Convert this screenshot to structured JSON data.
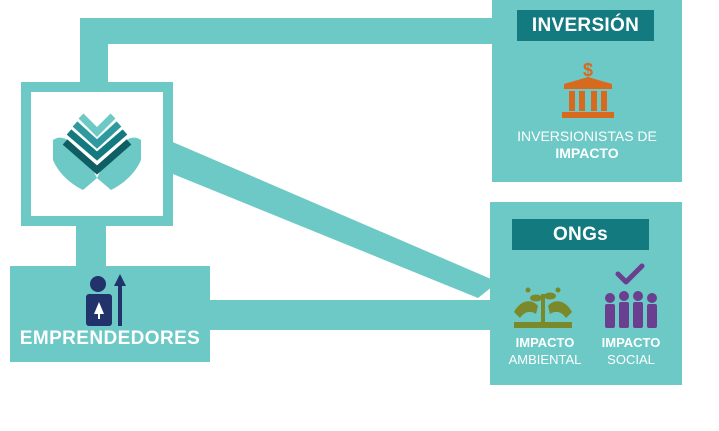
{
  "investment": {
    "title": "INVERSIÓN",
    "caption_line1": "INVERSIONISTAS DE",
    "caption_line2": "IMPACTO",
    "icon": "bank-icon"
  },
  "ngos": {
    "title": "ONGs",
    "environmental": {
      "line1": "IMPACTO",
      "line2": "AMBIENTAL",
      "icon": "plant-hands-icon"
    },
    "social": {
      "line1": "IMPACTO",
      "line2": "SOCIAL",
      "icon": "people-check-icon"
    }
  },
  "entrepreneurs": {
    "label": "EMPRENDEDORES",
    "icon": "entrepreneur-icon"
  },
  "logo": {
    "icon": "hands-logo-icon"
  },
  "colors": {
    "teal": "#6cc9c6",
    "dark_teal": "#137a7f",
    "orange": "#d86a1f",
    "olive": "#7a8a2a",
    "purple": "#6a3f8f",
    "navy": "#22326b"
  }
}
